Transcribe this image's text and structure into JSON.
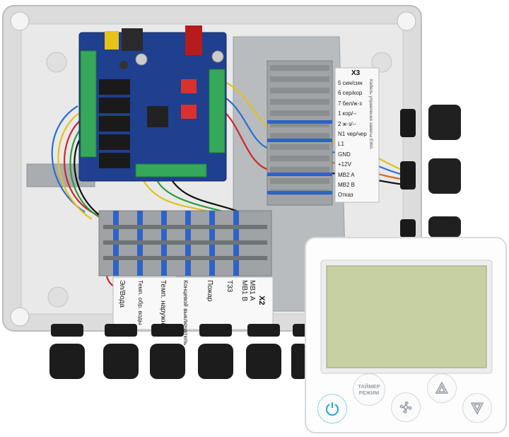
{
  "terminal_x3": {
    "title": "X3",
    "side_label": "Кабель управления завесы EWA",
    "rows": [
      "5 син/син",
      "6 сер/кор",
      "7 бел/ж-з",
      "1 кор/--",
      "2 ж-з/--",
      "N1 чер/чер",
      "L1",
      "GND",
      "+12V",
      "MB2 A",
      "MB2 B",
      "Отказ"
    ]
  },
  "terminal_x2": {
    "title": "X2",
    "labels": [
      "MB1 A\nMB1 B",
      "Т33",
      "Пожар",
      "Концевой выключатель",
      "Темп. наружн.",
      "Темп. обр. воды",
      "Эл/Вода"
    ]
  },
  "controller": {
    "buttons": {
      "timer_line1": "ТАЙМЕР",
      "timer_line2": "РЕЖИМ"
    },
    "colors": {
      "power_accent": "#1ea7d6",
      "lcd": "#c7d0a3"
    }
  }
}
